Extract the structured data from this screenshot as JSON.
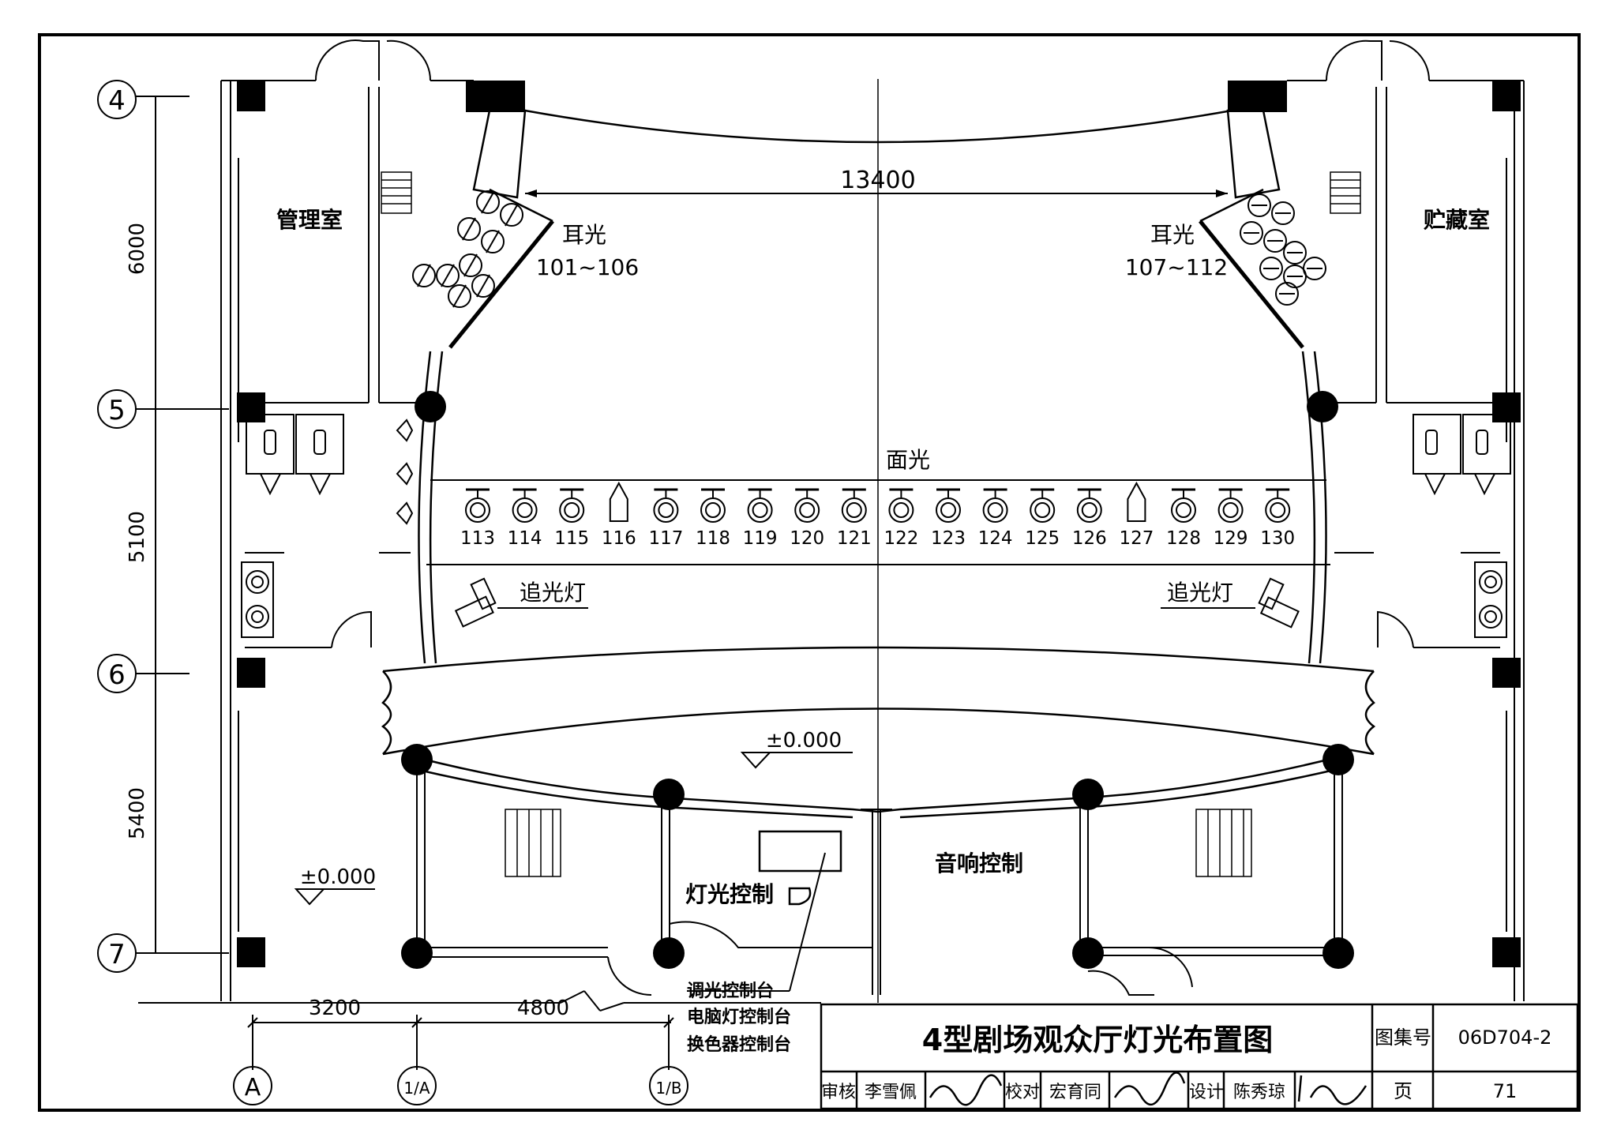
{
  "plan": {
    "axis_rows": [
      {
        "id": "row-4",
        "label": "4"
      },
      {
        "id": "row-5",
        "label": "5"
      },
      {
        "id": "row-6",
        "label": "6"
      },
      {
        "id": "row-7",
        "label": "7"
      }
    ],
    "row_dimensions": [
      "6000",
      "5100",
      "5400"
    ],
    "axis_cols": [
      "A",
      "1/A",
      "1/B"
    ],
    "col_dimensions": [
      "3200",
      "4800"
    ],
    "stage_width_dim": "13400",
    "rooms": {
      "management": "管理室",
      "storage": "贮藏室",
      "sound_control": "音响控制",
      "light_control": "灯光控制"
    },
    "ear_light_left": {
      "title": "耳光",
      "range": "101~106"
    },
    "ear_light_right": {
      "title": "耳光",
      "range": "107~112"
    },
    "face_light_title": "面光",
    "face_lights": [
      "113",
      "114",
      "115",
      "116",
      "117",
      "118",
      "119",
      "120",
      "121",
      "122",
      "123",
      "124",
      "125",
      "126",
      "127",
      "128",
      "129",
      "130"
    ],
    "follow_spot_left": "追光灯",
    "follow_spot_right": "追光灯",
    "elevation_stage": "±0.000",
    "elevation_lobby": "±0.000",
    "console_labels": [
      "调光控制台",
      "电脑灯控制台",
      "换色器控制台"
    ]
  },
  "title_block": {
    "title": "4型剧场观众厅灯光布置图",
    "atlas_label": "图集号",
    "atlas_no": "06D704-2",
    "page_label": "页",
    "page_no": "71",
    "review_label": "审核",
    "reviewer": "李雪佩",
    "check_label": "校对",
    "checker": "宏育同",
    "design_label": "设计",
    "designer": "陈秀琼"
  }
}
